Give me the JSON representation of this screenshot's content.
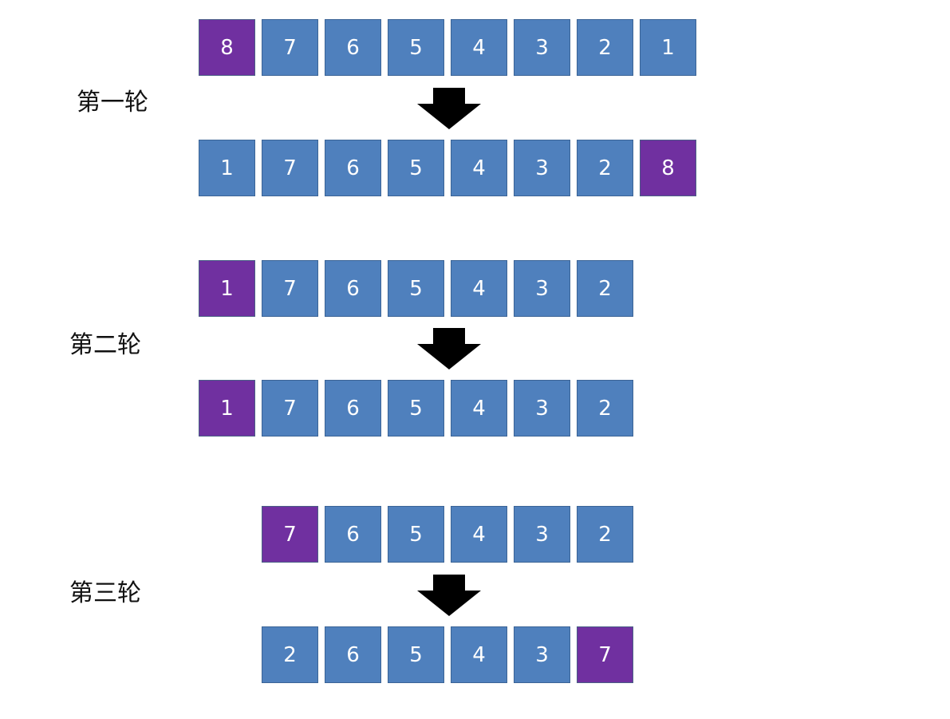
{
  "colors": {
    "cell": "#4f80bd",
    "highlight": "#7030a0",
    "arrow": "#000000"
  },
  "rounds": [
    {
      "label": "第一轮",
      "before": [
        {
          "value": "8",
          "highlight": true
        },
        {
          "value": "7",
          "highlight": false
        },
        {
          "value": "6",
          "highlight": false
        },
        {
          "value": "5",
          "highlight": false
        },
        {
          "value": "4",
          "highlight": false
        },
        {
          "value": "3",
          "highlight": false
        },
        {
          "value": "2",
          "highlight": false
        },
        {
          "value": "1",
          "highlight": false
        }
      ],
      "after": [
        {
          "value": "1",
          "highlight": false
        },
        {
          "value": "7",
          "highlight": false
        },
        {
          "value": "6",
          "highlight": false
        },
        {
          "value": "5",
          "highlight": false
        },
        {
          "value": "4",
          "highlight": false
        },
        {
          "value": "3",
          "highlight": false
        },
        {
          "value": "2",
          "highlight": false
        },
        {
          "value": "8",
          "highlight": true
        }
      ]
    },
    {
      "label": "第二轮",
      "before": [
        {
          "value": "1",
          "highlight": true
        },
        {
          "value": "7",
          "highlight": false
        },
        {
          "value": "6",
          "highlight": false
        },
        {
          "value": "5",
          "highlight": false
        },
        {
          "value": "4",
          "highlight": false
        },
        {
          "value": "3",
          "highlight": false
        },
        {
          "value": "2",
          "highlight": false
        }
      ],
      "after": [
        {
          "value": "1",
          "highlight": true
        },
        {
          "value": "7",
          "highlight": false
        },
        {
          "value": "6",
          "highlight": false
        },
        {
          "value": "5",
          "highlight": false
        },
        {
          "value": "4",
          "highlight": false
        },
        {
          "value": "3",
          "highlight": false
        },
        {
          "value": "2",
          "highlight": false
        }
      ]
    },
    {
      "label": "第三轮",
      "before": [
        {
          "value": "7",
          "highlight": true
        },
        {
          "value": "6",
          "highlight": false
        },
        {
          "value": "5",
          "highlight": false
        },
        {
          "value": "4",
          "highlight": false
        },
        {
          "value": "3",
          "highlight": false
        },
        {
          "value": "2",
          "highlight": false
        }
      ],
      "after": [
        {
          "value": "2",
          "highlight": false
        },
        {
          "value": "6",
          "highlight": false
        },
        {
          "value": "5",
          "highlight": false
        },
        {
          "value": "4",
          "highlight": false
        },
        {
          "value": "3",
          "highlight": false
        },
        {
          "value": "7",
          "highlight": true
        }
      ]
    }
  ]
}
